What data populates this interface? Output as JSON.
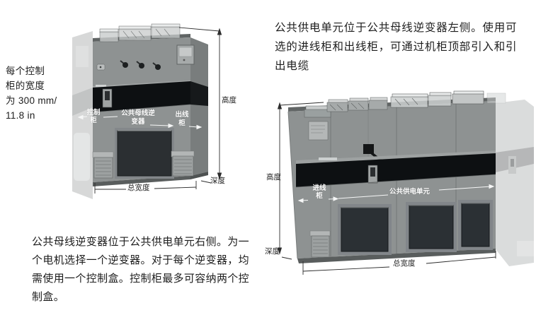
{
  "colors": {
    "background": "#ffffff",
    "cabinet_gray": "#8e9292",
    "cabinet_side_gray": "#797d7d",
    "band_black": "#0d1012",
    "window_dark": "#2b3034",
    "ghost_gray": "#b7baba",
    "label_white": "#ffffff",
    "dimension_line": "#2c2c2c",
    "text": "#1d1d1d"
  },
  "left_note": {
    "lines": [
      "每个控制",
      "柜的宽度",
      "为 300 mm/",
      "11.8 in"
    ]
  },
  "top_right_note": {
    "lines": [
      "公共供电单元位于公共母线逆变器左侧。使用可",
      "选的进线柜和出线柜，可通过机柜顶部引入和引",
      "出电缆"
    ]
  },
  "bottom_left_note": {
    "lines": [
      "公共母线逆变器位于公共供电单元右侧。为一",
      "个电机选择一个逆变器。对于每个逆变器，均",
      "需使用一个控制盒。控制柜最多可容纳两个控",
      "制盒。"
    ]
  },
  "figure_left": {
    "labels": {
      "control_cabinet_line1": "控制",
      "control_cabinet_line2": "柜",
      "bus_inverter_line1": "公共母线逆",
      "bus_inverter_line2": "变器",
      "outgoing_cabinet_line1": "出线",
      "outgoing_cabinet_line2": "柜",
      "height": "高度",
      "depth": "深度",
      "total_width": "总宽度"
    }
  },
  "figure_right": {
    "labels": {
      "height": "高度",
      "incoming_cabinet_line1": "进线",
      "incoming_cabinet_line2": "柜",
      "supply_unit": "公共供电单元",
      "depth": "深度",
      "total_width": "总宽度"
    }
  }
}
